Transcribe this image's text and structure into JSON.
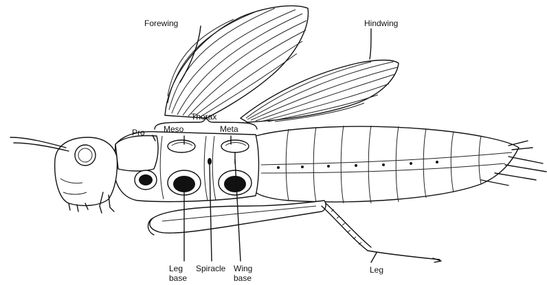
{
  "diagram": {
    "labels": {
      "forewing": "Forewing",
      "hindwing": "Hindwing",
      "thorax": "Thorax",
      "pro": "Pro",
      "meso": "Meso",
      "meta": "Meta",
      "leg_base_line1": "Leg",
      "leg_base_line2": "base",
      "spiracle": "Spiracle",
      "wing_base_line1": "Wing",
      "wing_base_line2": "base",
      "leg": "Leg"
    },
    "colors": {
      "ink": "#111111",
      "paper": "#ffffff"
    }
  }
}
